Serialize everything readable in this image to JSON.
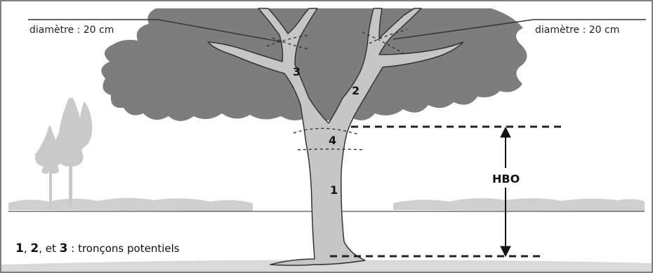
{
  "diagram": {
    "diameter_left": "diamètre : 20 cm",
    "diameter_right": "diamètre : 20 cm",
    "section_1": "1",
    "section_2": "2",
    "section_3": "3",
    "section_4": "4",
    "hbo_label": "HBO",
    "legend": {
      "n1": "1",
      "sep1": ", ",
      "n2": "2",
      "sep2": ", et ",
      "n3": "3",
      "rest": " : tronçons potentiels"
    }
  },
  "colors": {
    "canopy": "#7a7a7a",
    "trunk": "#c4c4c4",
    "outline": "#333333",
    "ground": "#d6d6d6",
    "background_trees": "#c9c9c9"
  }
}
